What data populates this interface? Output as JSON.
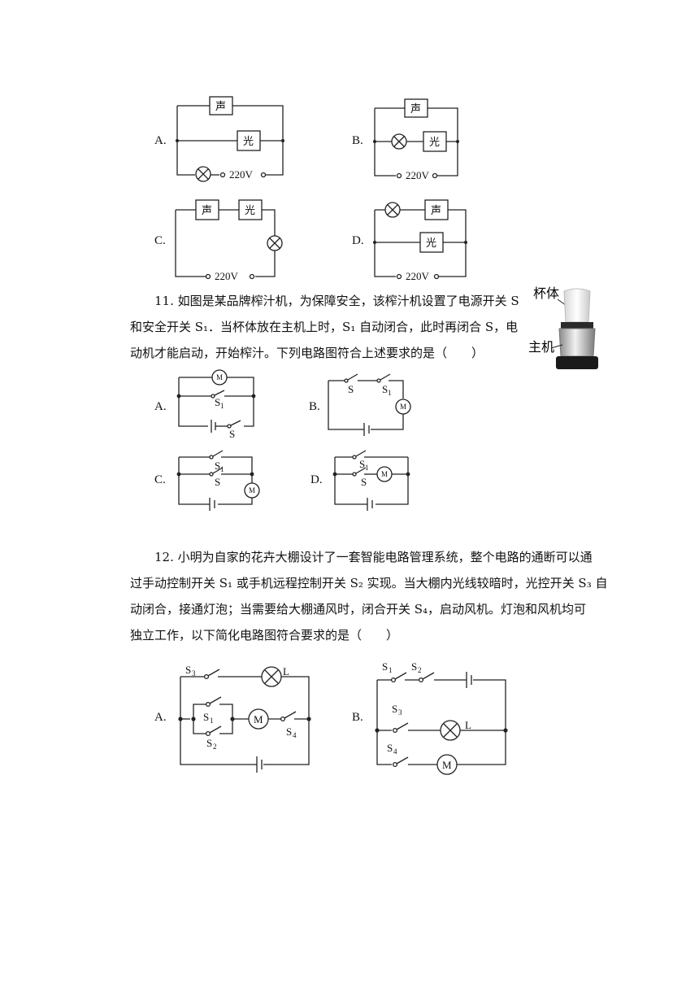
{
  "q10_options": {
    "A": {
      "label": "A.",
      "box1": "声",
      "box2": "光",
      "voltage": "220V"
    },
    "B": {
      "label": "B.",
      "box1": "声",
      "box2": "光",
      "voltage": "220V"
    },
    "C": {
      "label": "C.",
      "box1": "声",
      "box2": "光",
      "voltage": "220V"
    },
    "D": {
      "label": "D.",
      "box1": "声",
      "box2": "光",
      "voltage": "220V"
    }
  },
  "q11": {
    "number": "11.",
    "line1": "如图是某品牌榨汁机，为保障安全，该榨汁机设置了电源开关 S",
    "line2": "和安全开关 S₁．当杯体放在主机上时，S₁ 自动闭合，此时再闭合 S，电",
    "line3": "动机才能启动，开始榨汁。下列电路图符合上述要求的是（　　）",
    "image_labels": {
      "cup": "杯体",
      "base": "主机"
    },
    "options": {
      "A": {
        "label": "A.",
        "motor": "M",
        "switch1": "S",
        "switch1_sub": "1",
        "switch2": "S"
      },
      "B": {
        "label": "B.",
        "motor": "M",
        "switch1": "S",
        "switch2": "S",
        "switch2_sub": "1"
      },
      "C": {
        "label": "C.",
        "motor": "M",
        "switch1": "S",
        "switch1_sub": "1",
        "switch2": "S"
      },
      "D": {
        "label": "D.",
        "motor": "M",
        "switch1": "S",
        "switch1_sub": "1",
        "switch2": "S"
      }
    }
  },
  "q12": {
    "number": "12.",
    "line1": "小明为自家的花卉大棚设计了一套智能电路管理系统，整个电路的通断可以通",
    "line2": "过手动控制开关 S₁ 或手机远程控制开关 S₂ 实现。当大棚内光线较暗时，光控开关 S₃ 自",
    "line3": "动闭合，接通灯泡；当需要给大棚通风时，闭合开关 S₄，启动风机。灯泡和风机均可",
    "line4": "独立工作，以下简化电路图符合要求的是（　　）",
    "options": {
      "A": {
        "label": "A.",
        "lamp": "L",
        "motor": "M",
        "s1": "S",
        "s1_sub": "1",
        "s2": "S",
        "s2_sub": "2",
        "s3": "S",
        "s3_sub": "3",
        "s4": "S",
        "s4_sub": "4"
      },
      "B": {
        "label": "B.",
        "lamp": "L",
        "motor": "M",
        "s1": "S",
        "s1_sub": "1",
        "s2": "S",
        "s2_sub": "2",
        "s3": "S",
        "s3_sub": "3",
        "s4": "S",
        "s4_sub": "4"
      }
    }
  }
}
